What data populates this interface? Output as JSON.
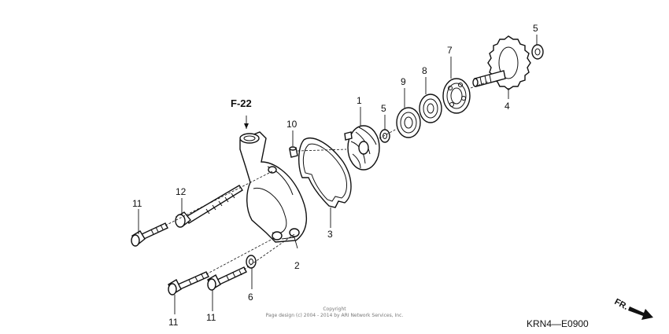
{
  "diagram": {
    "reference_label": "F-22",
    "callouts": {
      "c1": "1",
      "c2": "2",
      "c3": "3",
      "c4": "4",
      "c5a": "5",
      "c5b": "5",
      "c6": "6",
      "c7": "7",
      "c8": "8",
      "c9": "9",
      "c10": "10",
      "c11a": "11",
      "c11b": "11",
      "c11c": "11",
      "c12": "12"
    },
    "copyright_line1": "Copyright",
    "copyright_line2": "Page design (c) 2004 - 2014 by ARI Network Services, Inc.",
    "diagram_code": "KRN4—E0900",
    "direction_label": "FR."
  }
}
